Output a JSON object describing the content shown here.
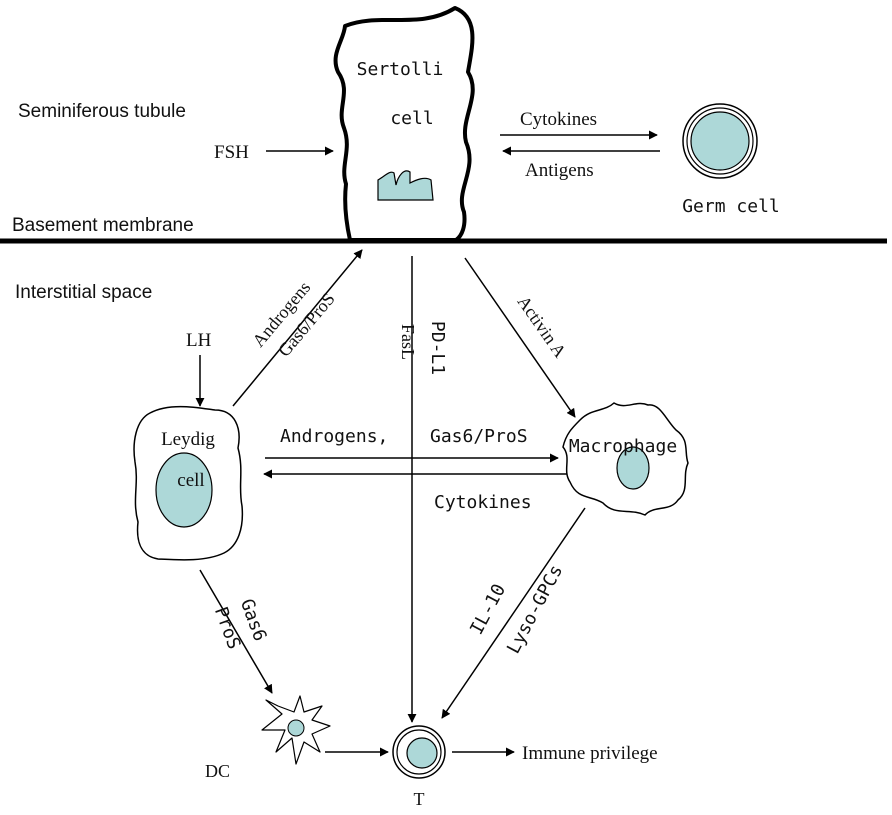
{
  "colors": {
    "line": "#000000",
    "nucleus_fill": "#add8d8",
    "cell_fill": "#ffffff"
  },
  "regions": {
    "seminiferous_tubule": "Seminiferous tubule",
    "basement_membrane": "Basement membrane",
    "interstitial_space": "Interstitial space"
  },
  "cells": {
    "sertoli_line1": "Sertolli",
    "sertoli_line2": "cell",
    "germ": "Germ cell",
    "leydig_line1": "Leydig",
    "leydig_line2": "cell",
    "macrophage": "Macrophage",
    "dc": "DC",
    "t": "T"
  },
  "signals": {
    "fsh": "FSH",
    "lh": "LH",
    "cytokines_to_germ": "Cytokines",
    "antigens": "Antigens",
    "androgens_to_sertoli": "Androgens",
    "gas6_pros_to_sertoli": "Gas6/ProS",
    "fasl": "FasL",
    "pd_l1": "PD-L1",
    "activin_a": "Activin A",
    "androgens_to_macrophage": "Androgens,",
    "gas6_pros_to_macrophage": "Gas6/ProS",
    "cytokines_to_leydig": "Cytokines",
    "gas6": "Gas6",
    "pros": "ProS",
    "il10": "IL-10",
    "lyso_gpcs": "Lyso-GPCs",
    "immune_privilege": "Immune privilege"
  }
}
